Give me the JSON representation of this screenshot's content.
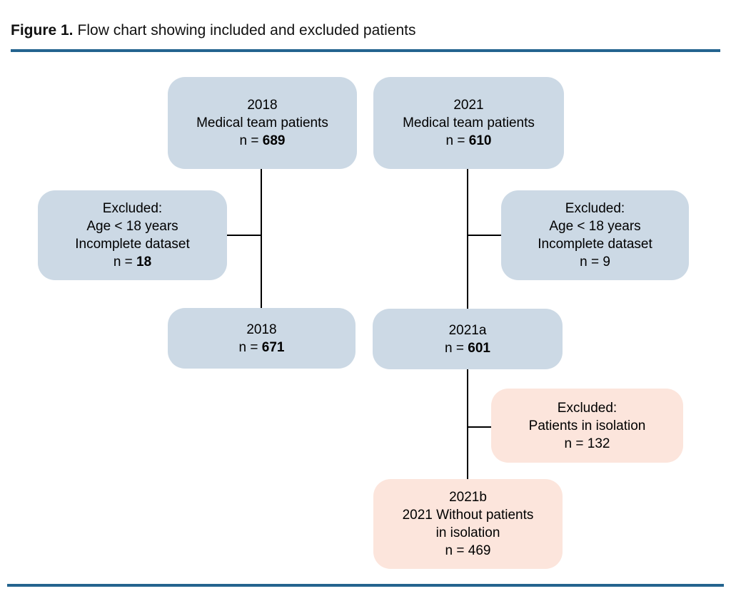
{
  "figure": {
    "label": "Figure 1.",
    "caption": "Flow chart showing included and excluded patients"
  },
  "colors": {
    "rule": "#24648f",
    "box_blue": "#ccd9e5",
    "box_pink": "#fce5dc",
    "connector": "#000000",
    "text": "#000000"
  },
  "flowchart": {
    "nodes": {
      "cohort_2018": {
        "line1": "2018",
        "line2": "Medical team patients",
        "n_prefix": "n = ",
        "n_value": "689"
      },
      "cohort_2021": {
        "line1": "2021",
        "line2": "Medical team patients",
        "n_prefix": "n = ",
        "n_value": "610"
      },
      "excluded_2018": {
        "line1": "Excluded:",
        "line2": "Age < 18 years",
        "line3": "Incomplete dataset",
        "n_prefix": "n = ",
        "n_value": "18"
      },
      "excluded_2021": {
        "line1": "Excluded:",
        "line2": "Age < 18 years",
        "line3": "Incomplete dataset",
        "n_prefix": "n = ",
        "n_value": "9"
      },
      "final_2018": {
        "line1": "2018",
        "n_prefix": "n = ",
        "n_value": "671"
      },
      "cohort_2021a": {
        "line1": "2021a",
        "n_prefix": "n = ",
        "n_value": "601"
      },
      "excluded_isolation": {
        "line1": "Excluded:",
        "line2": "Patients in isolation",
        "n_prefix": "n = ",
        "n_value": "132"
      },
      "cohort_2021b": {
        "line1": "2021b",
        "line2": "2021 Without patients",
        "line3": "in isolation",
        "n_prefix": "n = ",
        "n_value": "469"
      }
    }
  }
}
